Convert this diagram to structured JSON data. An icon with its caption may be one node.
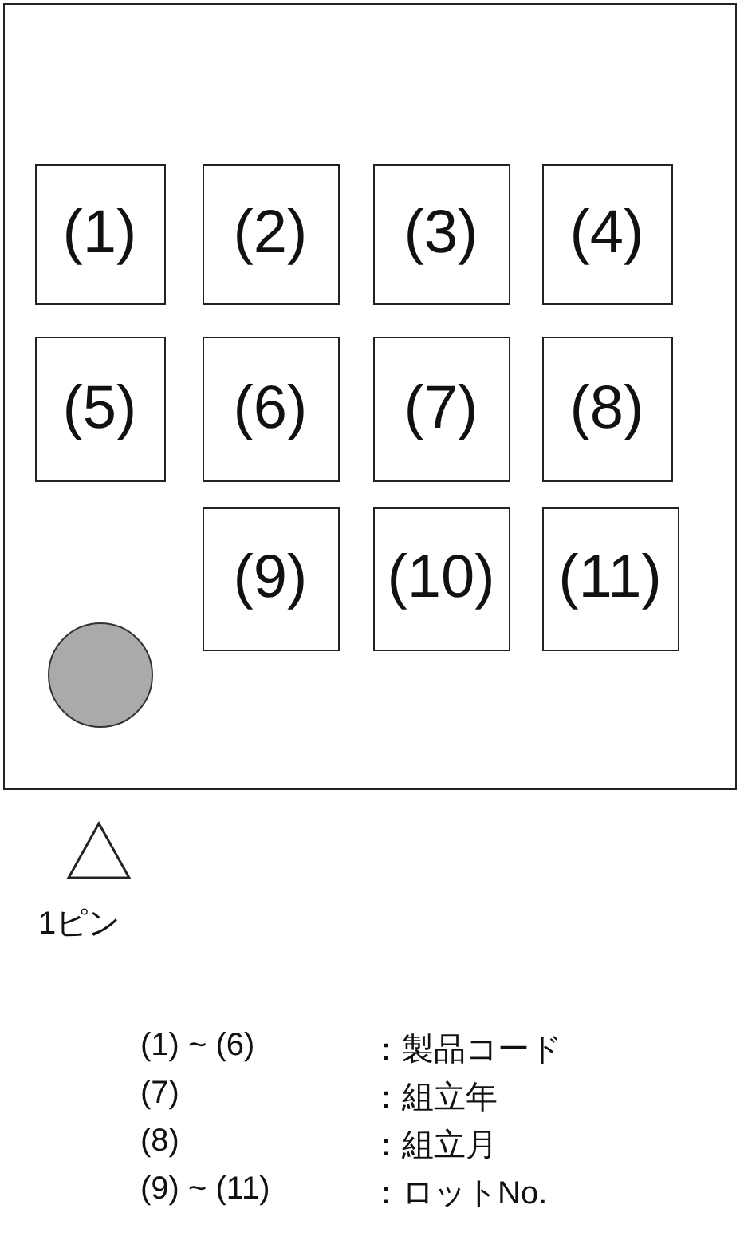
{
  "diagram": {
    "nodes": [
      {
        "text": [],
        "shape": "box"
      },
      {
        "text": [
          "(1)"
        ],
        "in": 0
      },
      {
        "text": [
          "(2)"
        ],
        "in": 0
      },
      {
        "text": [
          "(3)"
        ],
        "in": 0
      },
      {
        "text": [
          "(4)"
        ],
        "in": 0
      },
      {
        "text": [
          "(5)"
        ],
        "in": 0
      },
      {
        "text": [
          "(6)"
        ],
        "in": 0
      },
      {
        "text": [
          "(7)"
        ],
        "in": 0
      },
      {
        "text": [
          "(8)"
        ],
        "in": 0
      },
      {
        "text": [
          "(9)"
        ],
        "in": 0
      },
      {
        "text": [
          "(10)"
        ],
        "in": 0
      },
      {
        "text": [
          "(11)"
        ],
        "in": 0
      },
      {
        "text": [],
        "shape": "circle",
        "in": 0
      }
    ],
    "labels": [
      "1ピン",
      "(1) ~ (6)",
      "：製品コード",
      "(7)",
      "：組立年",
      "(8)",
      "：組立月",
      "(9) ~ (11)",
      "：ロットNo."
    ]
  }
}
